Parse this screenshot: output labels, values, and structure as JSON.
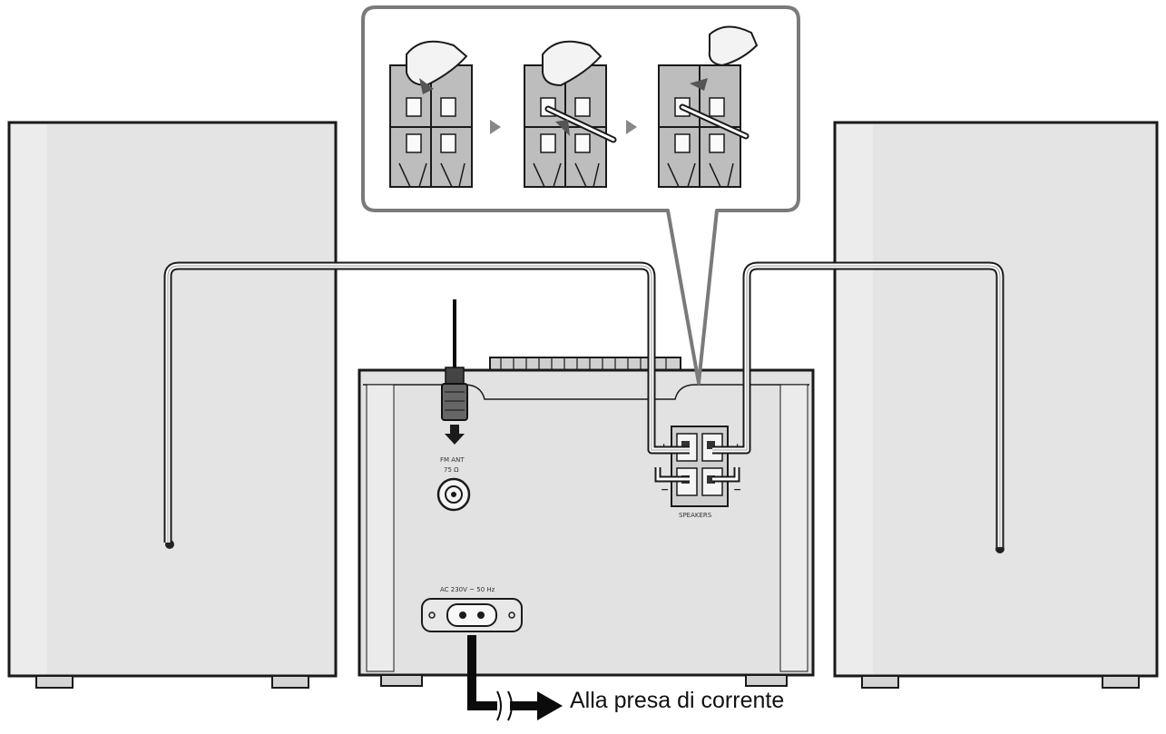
{
  "diagram": {
    "caption": "Alla presa di corrente",
    "labels": {
      "fm_ant": "FM ANT",
      "fm_ohm": "75 Ω",
      "ac_in": "AC 230V ~ 50 Hz",
      "speakers": "SPEAKERS",
      "plus": "+",
      "minus": "−"
    },
    "inset_steps": 3,
    "colors": {
      "speaker_fill": "#e4e4e4",
      "outline": "#1a1a1a",
      "cable_black": "#0b0b0b"
    }
  }
}
